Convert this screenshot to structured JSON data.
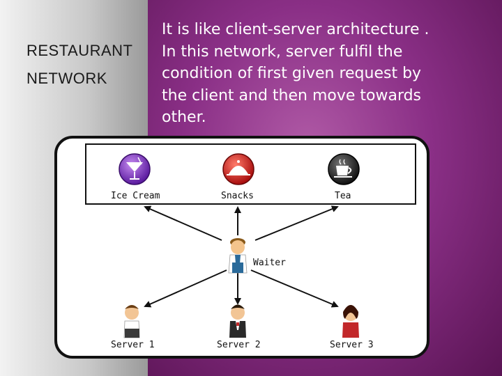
{
  "slide": {
    "title_line1": "RESTAURANT",
    "title_line2": "NETWORK",
    "description": [
      "It is like client-server architecture .",
      "In this network, server fulfil the",
      "condition of first given request by",
      "the client and then move towards",
      "other."
    ]
  },
  "diagram": {
    "menu_items": [
      {
        "label": "Ice Cream",
        "icon": "cocktail-icon",
        "color": "#7b2ccf"
      },
      {
        "label": "Snacks",
        "icon": "cloche-icon",
        "color": "#d42020"
      },
      {
        "label": "Tea",
        "icon": "teacup-icon",
        "color": "#2a2a2a"
      }
    ],
    "waiter": {
      "label": "Waiter",
      "icon": "waiter-person-icon"
    },
    "servers": [
      {
        "label": "Server 1",
        "icon": "server-person-icon"
      },
      {
        "label": "Server 2",
        "icon": "server-person-icon"
      },
      {
        "label": "Server 3",
        "icon": "server-person-icon"
      }
    ]
  }
}
